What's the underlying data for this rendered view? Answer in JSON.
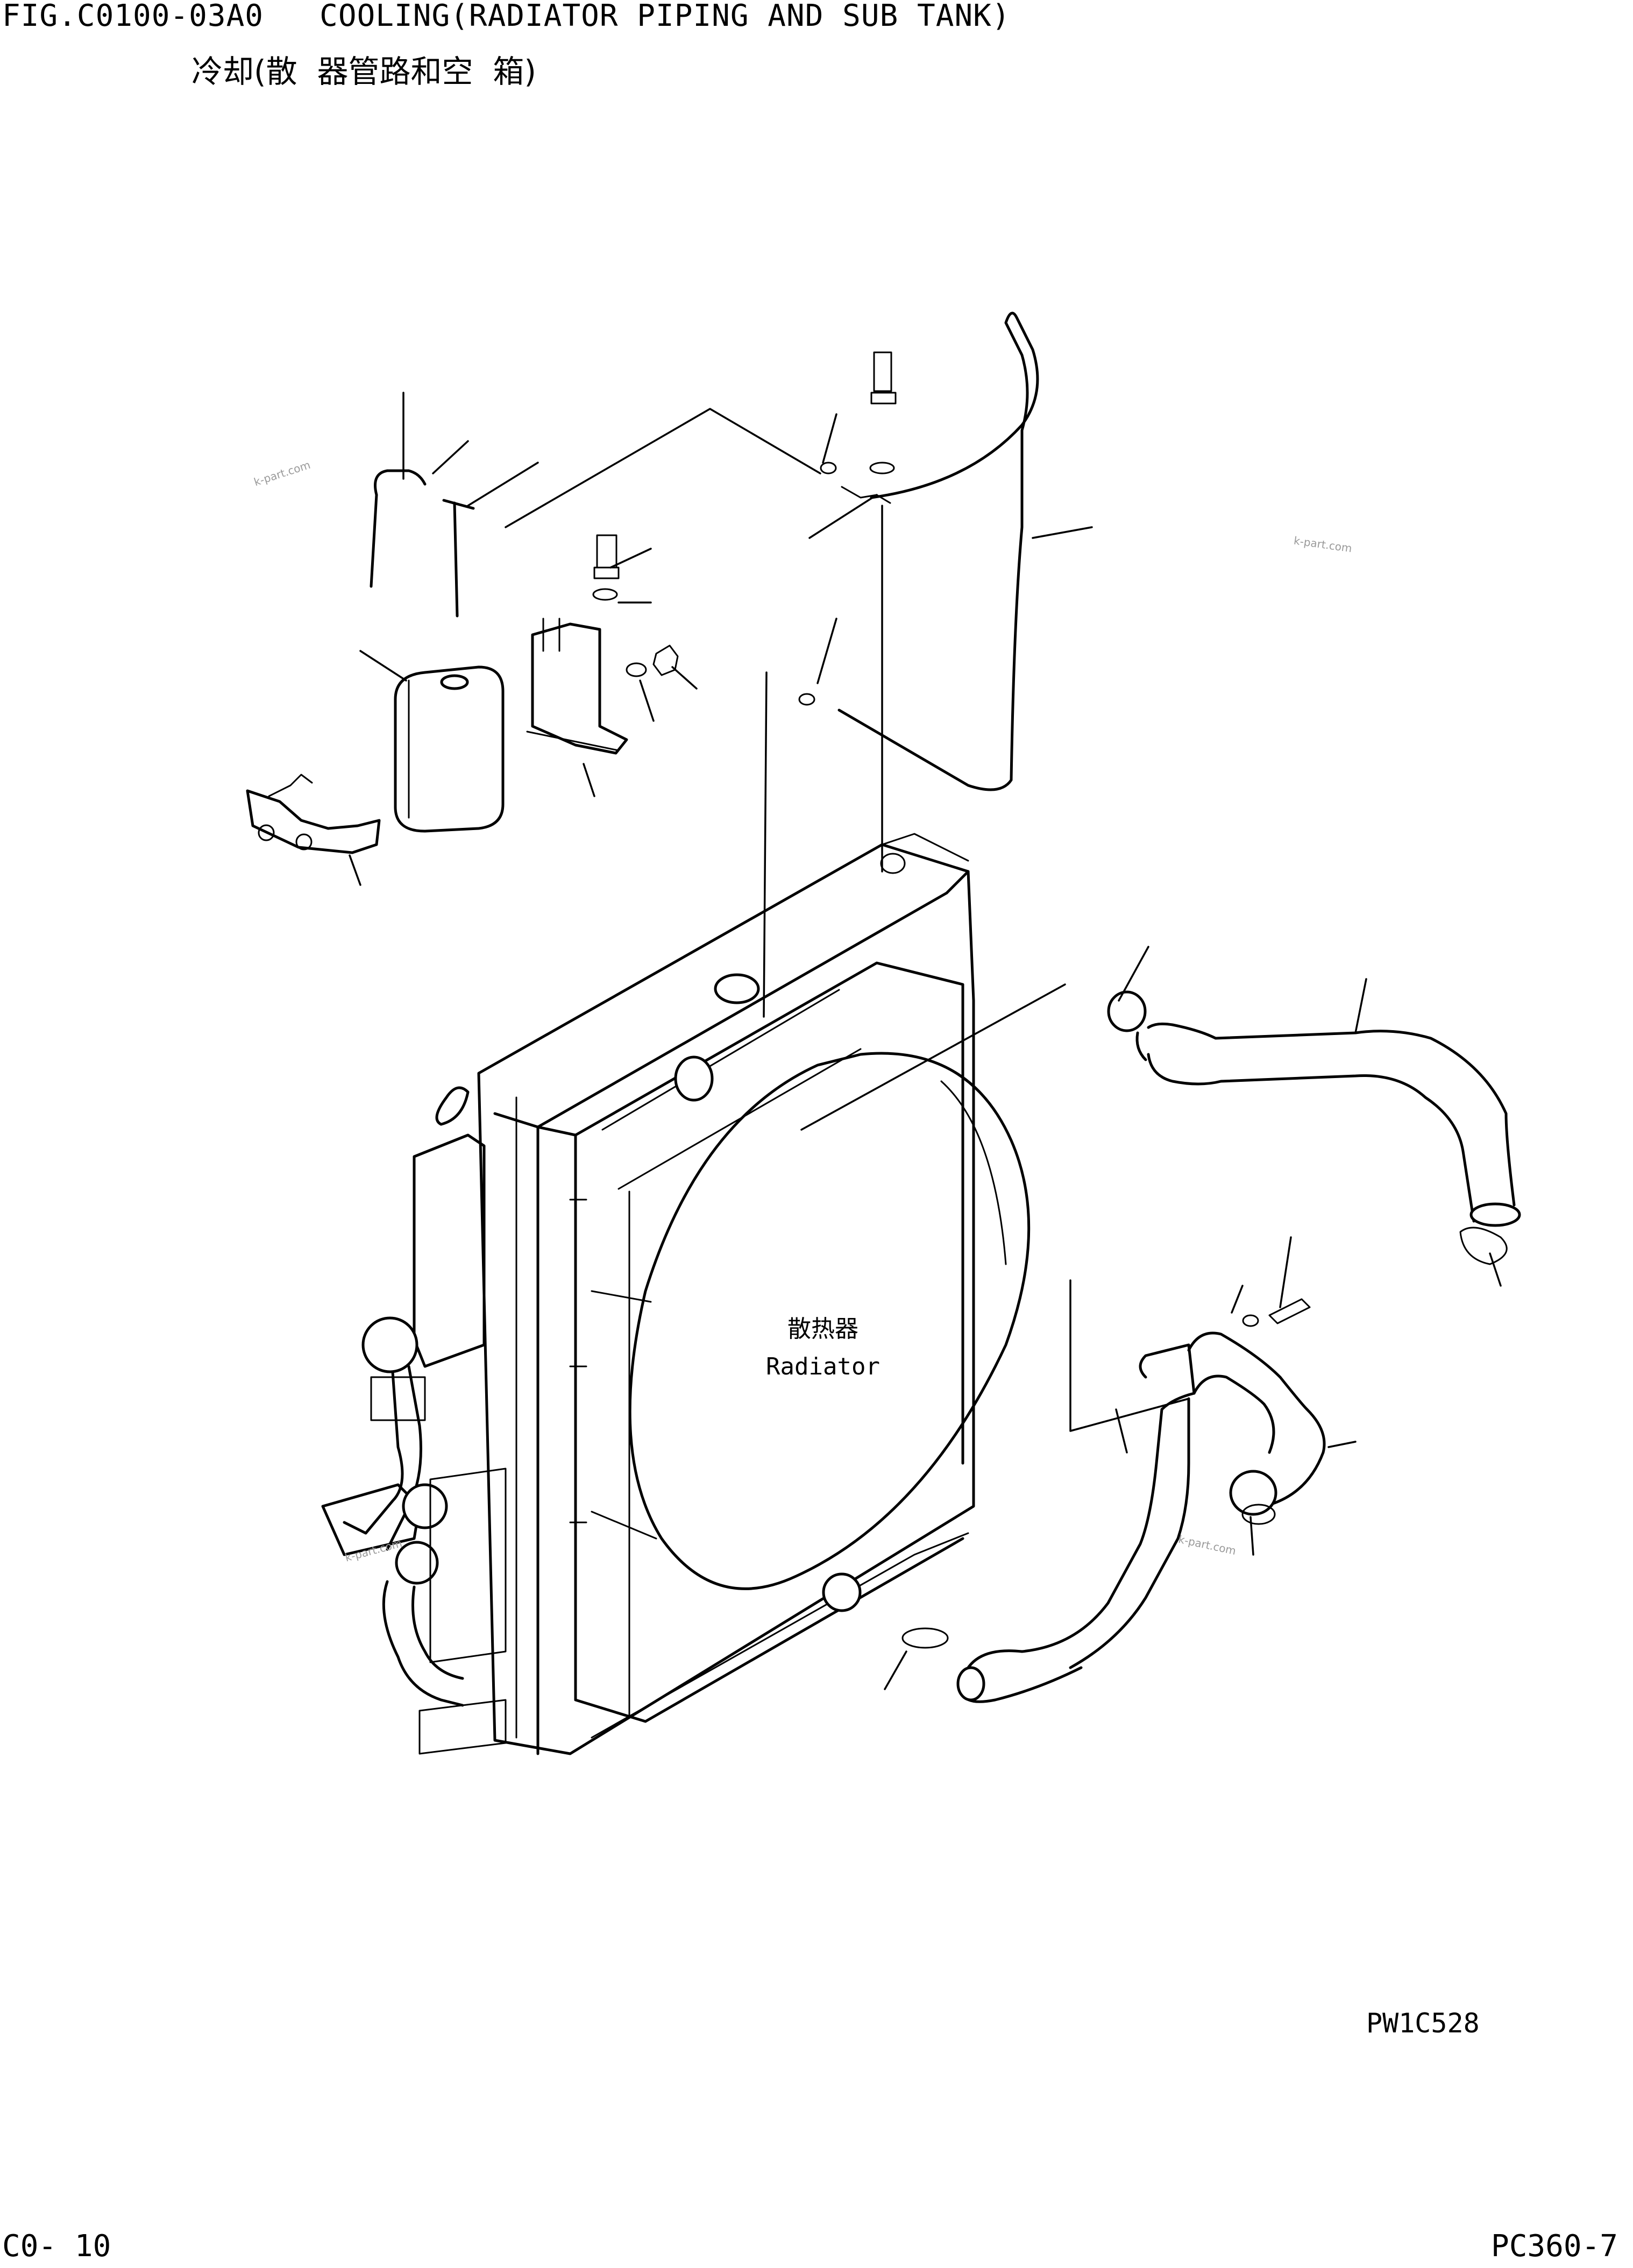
{
  "header": {
    "title_en": "FIG.C0100-03A0   COOLING(RADIATOR PIPING AND SUB TANK)",
    "title_cn": "冷却(散  器管路和空  箱)"
  },
  "diagram": {
    "center_label_cn": "散热器",
    "center_label_en": "Radiator",
    "watermarks": [
      "k-part.com",
      "k-part.com",
      "k-part.com",
      "k-part.com"
    ],
    "drawing_code": "PW1C528"
  },
  "footer": {
    "page_number": "C0- 10",
    "model": "PC360-7"
  }
}
